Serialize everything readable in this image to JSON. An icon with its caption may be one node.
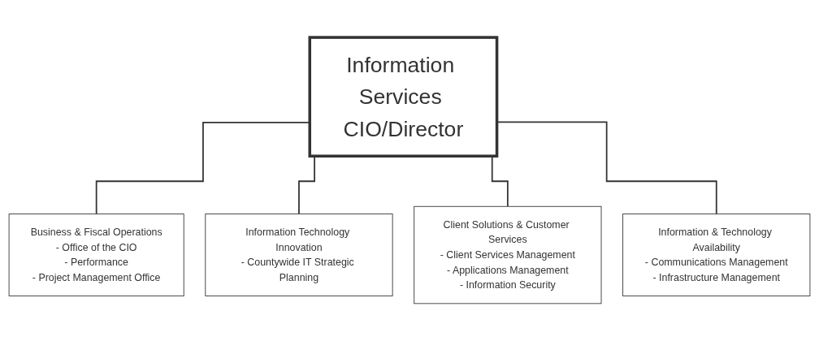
{
  "diagram": {
    "nodes": [
      {
        "text": [
          "Information Services CIO/Director"
        ]
      },
      {
        "text": [
          "Business & Fiscal Operations",
          "- Office of the CIO",
          "- Performance",
          "- Project Management Office"
        ]
      },
      {
        "text": [
          "Information Technology Innovation",
          "- Countywide IT Strategic Planning"
        ]
      },
      {
        "text": [
          "Client Solutions & Customer Services",
          "- Client Services Management",
          "- Applications Management",
          "- Information Security"
        ]
      },
      {
        "text": [
          "Information & Technology Availability",
          "- Communications Management",
          "- Infrastructure Management"
        ]
      }
    ],
    "edges": [
      {
        "from": 0,
        "to": 1,
        "arrow": "none"
      },
      {
        "from": 0,
        "to": 2,
        "arrow": "none"
      },
      {
        "from": 0,
        "to": 3,
        "arrow": "none"
      },
      {
        "from": 0,
        "to": 4,
        "arrow": "none"
      }
    ]
  }
}
